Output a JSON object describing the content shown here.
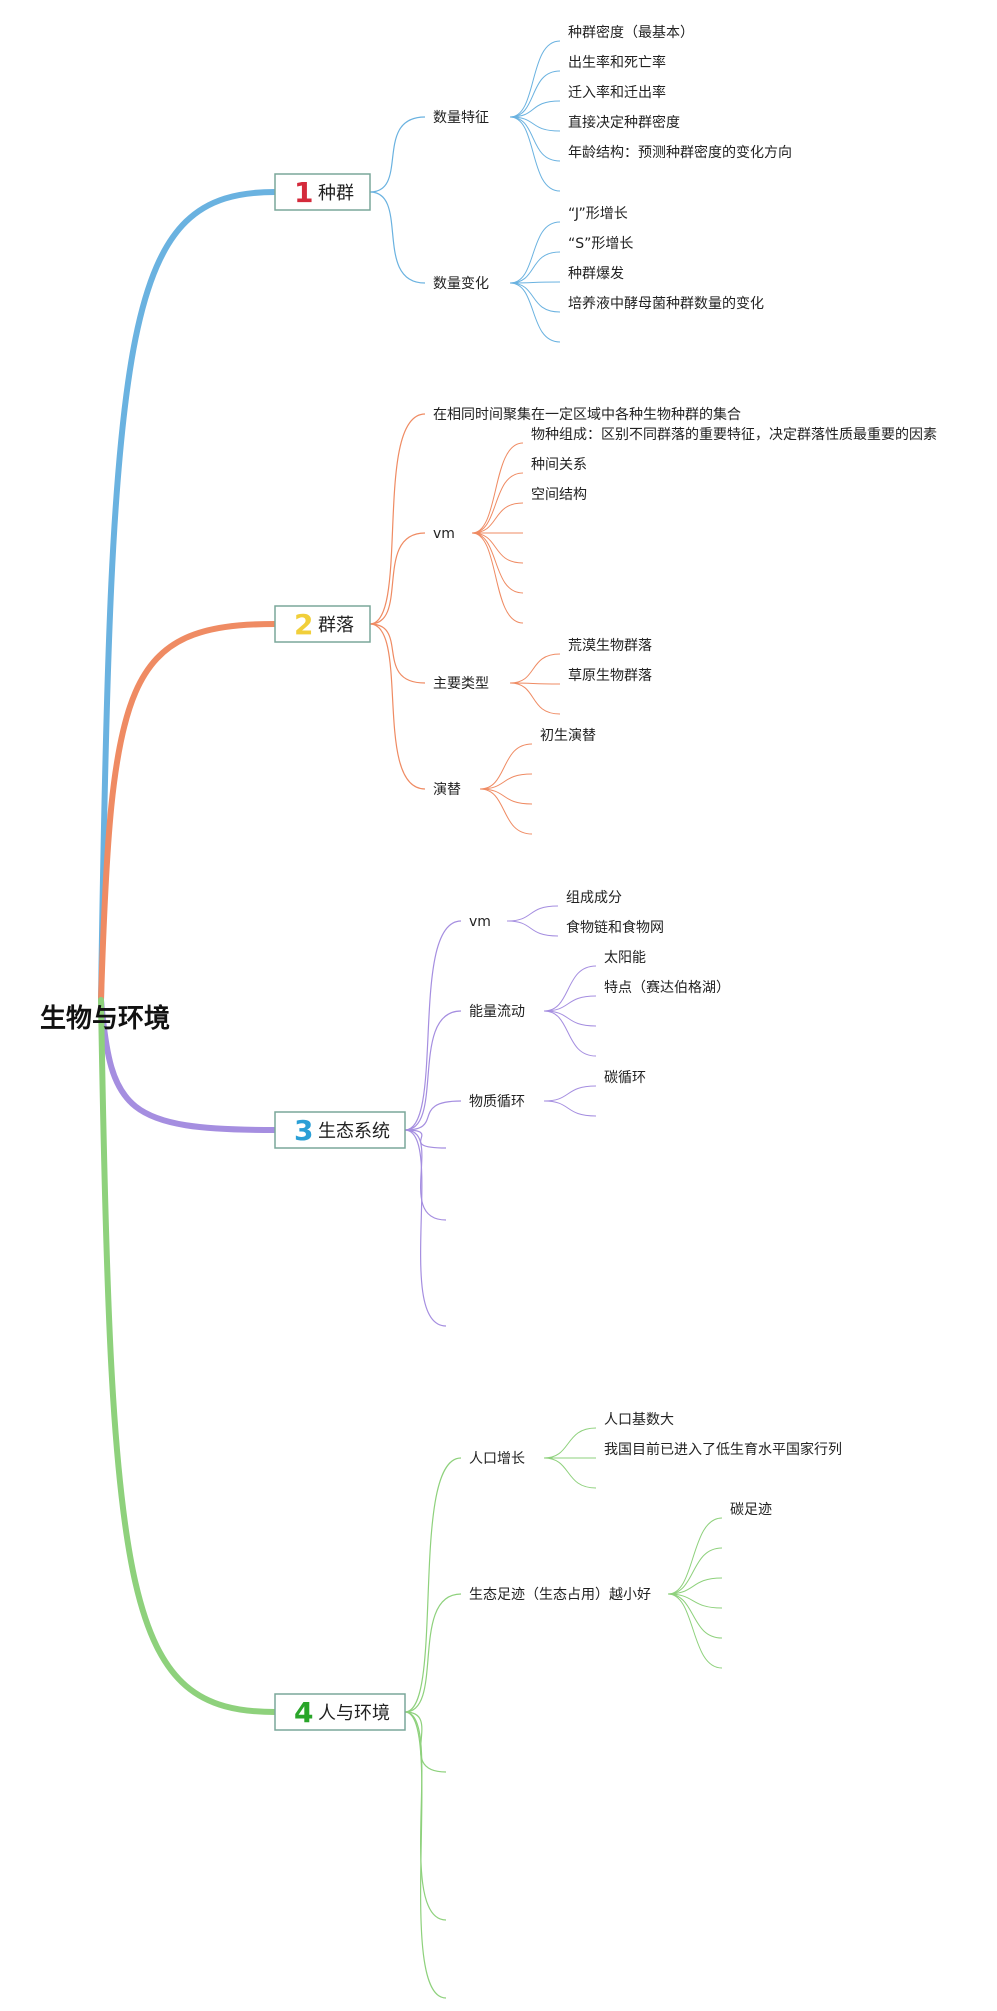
{
  "root": {
    "title": "生物与环境"
  },
  "branches": [
    {
      "number": "1",
      "label": "种群",
      "color": "#6ab2e0",
      "num_color": "#d42a3b",
      "children": [
        {
          "label": "数量特征",
          "items": [
            "种群密度（最基本）",
            "出生率和死亡率",
            "迁入率和迁出率",
            "直接决定种群密度",
            "年龄结构：预测种群密度的变化方向",
            ""
          ]
        },
        {
          "label": "数量变化",
          "items": [
            "“J”形增长",
            "“S”形增长",
            "种群爆发",
            "培养液中酵母菌种群数量的变化",
            ""
          ]
        }
      ]
    },
    {
      "number": "2",
      "label": "群落",
      "color": "#ef8b63",
      "num_color": "#f1cf3a",
      "children": [
        {
          "label": "在相同时间聚集在一定区域中各种生物种群的集合",
          "items": []
        },
        {
          "label": "vm",
          "items": [
            "物种组成：区别不同群落的重要特征，决定群落性质最重要的因素",
            "种间关系",
            "空间结构",
            "",
            "",
            "",
            ""
          ]
        },
        {
          "label": "主要类型",
          "items": [
            "荒漠生物群落",
            "草原生物群落",
            ""
          ]
        },
        {
          "label": "演替",
          "items": [
            "初生演替",
            "",
            "",
            ""
          ]
        }
      ]
    },
    {
      "number": "3",
      "label": "生态系统",
      "color": "#a58ee0",
      "num_color": "#2a9fd6",
      "children": [
        {
          "label": "vm",
          "items": [
            "组成成分",
            "食物链和食物网"
          ]
        },
        {
          "label": "能量流动",
          "items": [
            "太阳能",
            "特点（赛达伯格湖）",
            "",
            ""
          ]
        },
        {
          "label": "物质循环",
          "items": [
            "碳循环",
            ""
          ]
        },
        {
          "label": "",
          "items": []
        },
        {
          "label": "",
          "items": []
        },
        {
          "label": "",
          "items": []
        }
      ]
    },
    {
      "number": "4",
      "label": "人与环境",
      "color": "#8ed17c",
      "num_color": "#2aa52a",
      "children": [
        {
          "label": "人口增长",
          "items": [
            "人口基数大",
            "我国目前已进入了低生育水平国家行列",
            ""
          ]
        },
        {
          "label": "生态足迹（生态占用）越小好",
          "items": [
            "碳足迹",
            "",
            "",
            "",
            "",
            ""
          ]
        },
        {
          "label": "",
          "items": []
        },
        {
          "label": "",
          "items": []
        },
        {
          "label": "",
          "items": []
        }
      ]
    }
  ]
}
